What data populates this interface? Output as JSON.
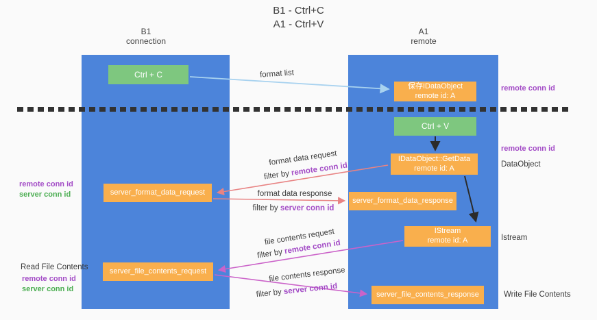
{
  "title": {
    "line1": "B1 - Ctrl+C",
    "line2": "A1 - Ctrl+V"
  },
  "lanes": {
    "b1": {
      "name": "B1",
      "subtitle": "connection"
    },
    "a1": {
      "name": "A1",
      "subtitle": "remote"
    }
  },
  "boxes": {
    "ctrl_c": {
      "label": "Ctrl + C"
    },
    "save_idataobject": {
      "line1": "保存IDataObject",
      "line2": "remote id: A"
    },
    "ctrl_v": {
      "label": "Ctrl + V"
    },
    "getdata": {
      "line1": "IDataObject::GetData",
      "line2": "remote id: A"
    },
    "server_format_data_request": {
      "label": "server_format_data_request"
    },
    "server_format_data_response": {
      "label": "server_format_data_response"
    },
    "istream": {
      "line1": "IStream",
      "line2": "remote id: A"
    },
    "server_file_contents_request": {
      "label": "server_file_contents_request"
    },
    "server_file_contents_response": {
      "label": "server_file_contents_response"
    }
  },
  "flow_labels": {
    "format_list": "format list",
    "format_request": "format data request",
    "format_request_filter_prefix": "filter by",
    "format_request_filter_key": "remote conn id",
    "format_response": "format data response",
    "format_response_filter_prefix": "filter by",
    "format_response_filter_key": "server conn id",
    "file_request": "file contents request",
    "file_request_filter_prefix": "filter by",
    "file_request_filter_key": "remote conn id",
    "file_response": "file contents response",
    "file_response_filter_prefix": "filter by",
    "file_response_filter_key": "server conn id"
  },
  "side_labels": {
    "right_remote_conn_top": "remote conn id",
    "right_remote_conn_mid": "remote conn id",
    "dataobject": "DataObject",
    "istream": "Istream",
    "write_file_contents": "Write File Contents",
    "left_format_remote": "remote conn id",
    "left_format_server": "server conn id",
    "read_file_contents": "Read File Contents",
    "left_file_remote": "remote conn id",
    "left_file_server": "server conn id"
  },
  "colors": {
    "lane_blue": "#4c84da",
    "box_green": "#7ec77f",
    "box_orange": "#f9af4d",
    "purple_text": "#a34cc6",
    "green_text": "#4cae52",
    "arrow_lightblue": "#a8d2ef",
    "arrow_salmon": "#e88383",
    "arrow_magenta": "#cb63c9",
    "arrow_black": "#2b2b2b",
    "background": "#fafafa"
  }
}
